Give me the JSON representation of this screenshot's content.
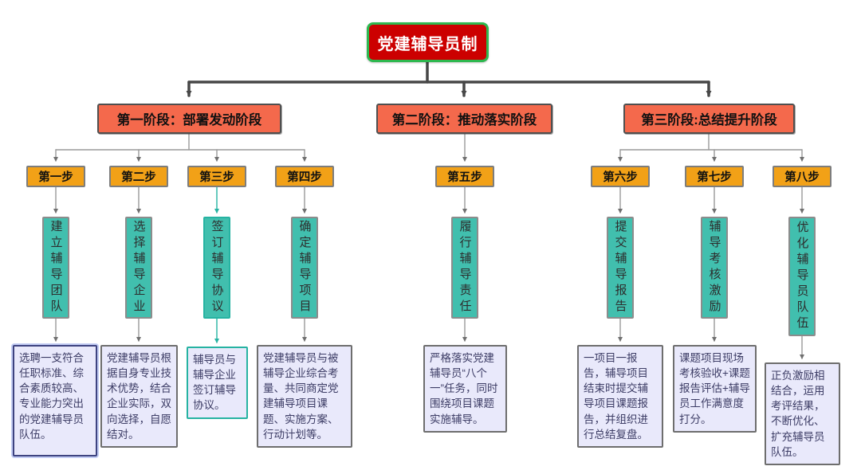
{
  "title": {
    "label": "党建辅导员制"
  },
  "phases": [
    {
      "label": "第一阶段：部署发动阶段"
    },
    {
      "label": "第二阶段：推动落实阶段"
    },
    {
      "label": "第三阶段:总结提升阶段"
    }
  ],
  "steps": [
    {
      "label": "第一步",
      "task": "建立辅导团队",
      "detail": "选聘一支符合任职标准、综合素质较高、专业能力突出的党建辅导员队伍。"
    },
    {
      "label": "第二步",
      "task": "选择辅导企业",
      "detail": "党建辅导员根据自身专业技术优势，结合企业实际，双向选择，自愿结对。"
    },
    {
      "label": "第三步",
      "task": "签订辅导协议",
      "detail": "辅导员与辅导企业签订辅导协议。"
    },
    {
      "label": "第四步",
      "task": "确定辅导项目",
      "detail": "党建辅导员与被辅导企业综合考量、共同商定党建辅导项目课题、实施方案、行动计划等。"
    },
    {
      "label": "第五步",
      "task": "履行辅导责任",
      "detail": "严格落实党建辅导员“八个一”任务，同时围绕项目课题实施辅导。"
    },
    {
      "label": "第六步",
      "task": "提交辅导报告",
      "detail": "一项目一报告，辅导项目结束时提交辅导项目课题报告，并组织进行总结复盘。"
    },
    {
      "label": "第七步",
      "task": "辅导考核激励",
      "detail": "课题项目现场考核验收+课题报告评估+辅导员工作满意度打分。"
    },
    {
      "label": "第八步",
      "task": "优化辅导员队伍",
      "detail": "正负激励相结合，运用考评结果，不断优化、扩充辅导员队伍。"
    }
  ],
  "colors": {
    "title_bg": "#cc0000",
    "title_border": "#2db84f",
    "phase_bg": "#f4694c",
    "step_bg": "#f2a117",
    "task_bg": "#41bfae",
    "detail_bg": "#e9e9fb",
    "detail_text": "#3d3d66",
    "teal_accent": "#26b3a2",
    "wire_dark": "#474747",
    "wire_gray": "#9a9a9a"
  }
}
